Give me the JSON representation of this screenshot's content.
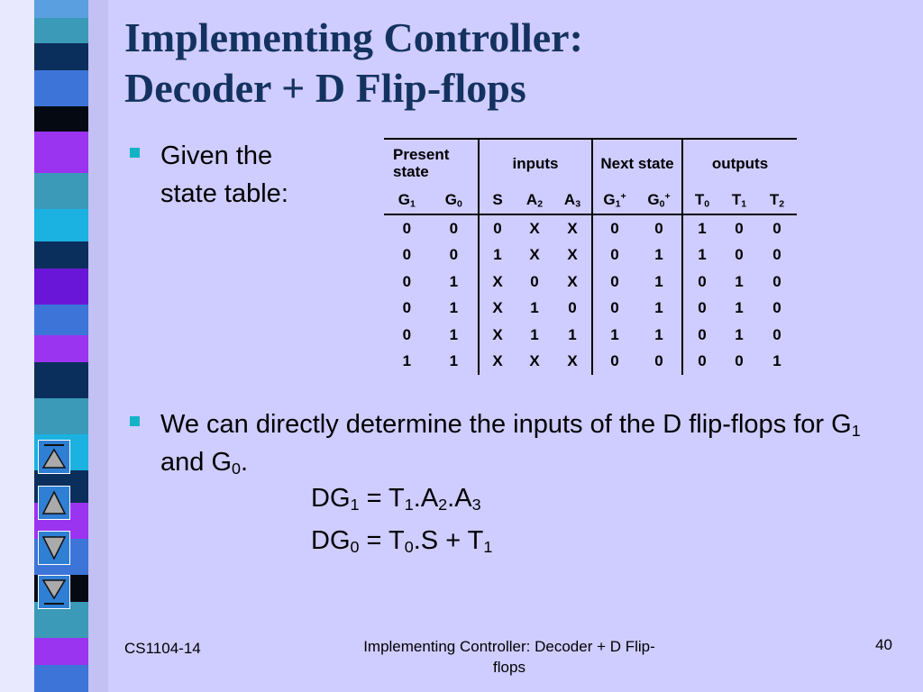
{
  "slide": {
    "title_line1": "Implementing Controller:",
    "title_line2": "Decoder + D Flip-flops",
    "bullet1": "Given the state table:",
    "bullet2_a": "We can directly determine the inputs of the D flip-flops for G",
    "bullet2_sub1": "1",
    "bullet2_b": " and G",
    "bullet2_sub2": "0",
    "bullet2_c": "."
  },
  "table": {
    "group_headers": [
      "Present state",
      "inputs",
      "Next state",
      "outputs"
    ],
    "columns": [
      {
        "base": "G",
        "sub": "1",
        "sup": ""
      },
      {
        "base": "G",
        "sub": "0",
        "sup": ""
      },
      {
        "base": "S",
        "sub": "",
        "sup": ""
      },
      {
        "base": "A",
        "sub": "2",
        "sup": ""
      },
      {
        "base": "A",
        "sub": "3",
        "sup": ""
      },
      {
        "base": "G",
        "sub": "1",
        "sup": "+"
      },
      {
        "base": "G",
        "sub": "0",
        "sup": "+"
      },
      {
        "base": "T",
        "sub": "0",
        "sup": ""
      },
      {
        "base": "T",
        "sub": "1",
        "sup": ""
      },
      {
        "base": "T",
        "sub": "2",
        "sup": ""
      }
    ],
    "rows": [
      [
        "0",
        "0",
        "0",
        "X",
        "X",
        "0",
        "0",
        "1",
        "0",
        "0"
      ],
      [
        "0",
        "0",
        "1",
        "X",
        "X",
        "0",
        "1",
        "1",
        "0",
        "0"
      ],
      [
        "0",
        "1",
        "X",
        "0",
        "X",
        "0",
        "1",
        "0",
        "1",
        "0"
      ],
      [
        "0",
        "1",
        "X",
        "1",
        "0",
        "0",
        "1",
        "0",
        "1",
        "0"
      ],
      [
        "0",
        "1",
        "X",
        "1",
        "1",
        "1",
        "1",
        "0",
        "1",
        "0"
      ],
      [
        "1",
        "1",
        "X",
        "X",
        "X",
        "0",
        "0",
        "0",
        "0",
        "1"
      ]
    ]
  },
  "equations": {
    "eq1": {
      "lhs_base": "DG",
      "lhs_sub": "1",
      "parts": [
        [
          "T",
          "1"
        ],
        [
          "A",
          "2"
        ],
        [
          "A",
          "3"
        ]
      ],
      "sep": "."
    },
    "eq2": {
      "lhs_base": "DG",
      "lhs_sub": "0",
      "text": " = T",
      "t_sub": "0",
      "mid": ".S + T",
      "end_sub": "1"
    }
  },
  "footer": {
    "left": "CS1104-14",
    "center": "Implementing Controller: Decoder + D Flip-flops",
    "page": "40"
  },
  "nav_icons": [
    "first-slide-icon",
    "previous-slide-icon",
    "next-slide-icon",
    "last-slide-icon"
  ],
  "colors": {
    "background": "#cfccff",
    "title": "#14325f",
    "bullet": "#13b3c7"
  }
}
